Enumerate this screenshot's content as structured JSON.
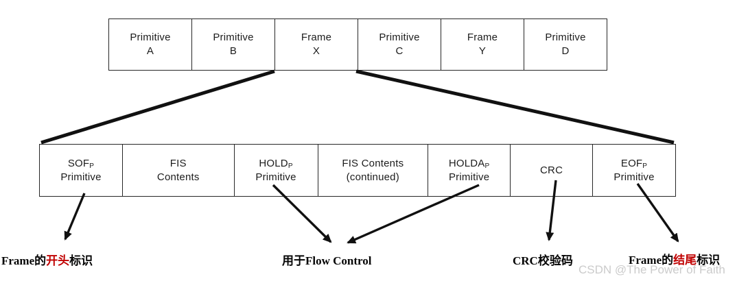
{
  "top_row": {
    "cells": [
      {
        "line1": "Primitive",
        "line2": "A"
      },
      {
        "line1": "Primitive",
        "line2": "B"
      },
      {
        "line1": "Frame",
        "line2": "X"
      },
      {
        "line1": "Primitive",
        "line2": "C"
      },
      {
        "line1": "Frame",
        "line2": "Y"
      },
      {
        "line1": "Primitive",
        "line2": "D"
      }
    ]
  },
  "bottom_row": {
    "cells": [
      {
        "base": "SOF",
        "sub": "P",
        "line2": "Primitive"
      },
      {
        "base": "FIS",
        "sub": "",
        "line2": "Contents"
      },
      {
        "base": "HOLD",
        "sub": "P",
        "line2": "Primitive"
      },
      {
        "base": "FIS Contents",
        "sub": "",
        "line2": "(continued)"
      },
      {
        "base": "HOLDA",
        "sub": "P",
        "line2": "Primitive"
      },
      {
        "base": "CRC",
        "sub": "",
        "line2": ""
      },
      {
        "base": "EOF",
        "sub": "P",
        "line2": "Primitive"
      }
    ]
  },
  "annotations": {
    "sof": {
      "prefix": "Frame的",
      "highlight": "开头",
      "suffix": "标识"
    },
    "flow": {
      "text": "用于Flow Control"
    },
    "crc": {
      "text": "CRC校验码"
    },
    "eof": {
      "prefix": "Frame的",
      "highlight": "结尾",
      "suffix": "标识"
    }
  },
  "watermark": {
    "text": "CSDN @The Power of Faith"
  },
  "colors": {
    "highlight_red": "#c00000",
    "watermark_gray": "#cbcbcb",
    "line_black": "#111111"
  }
}
